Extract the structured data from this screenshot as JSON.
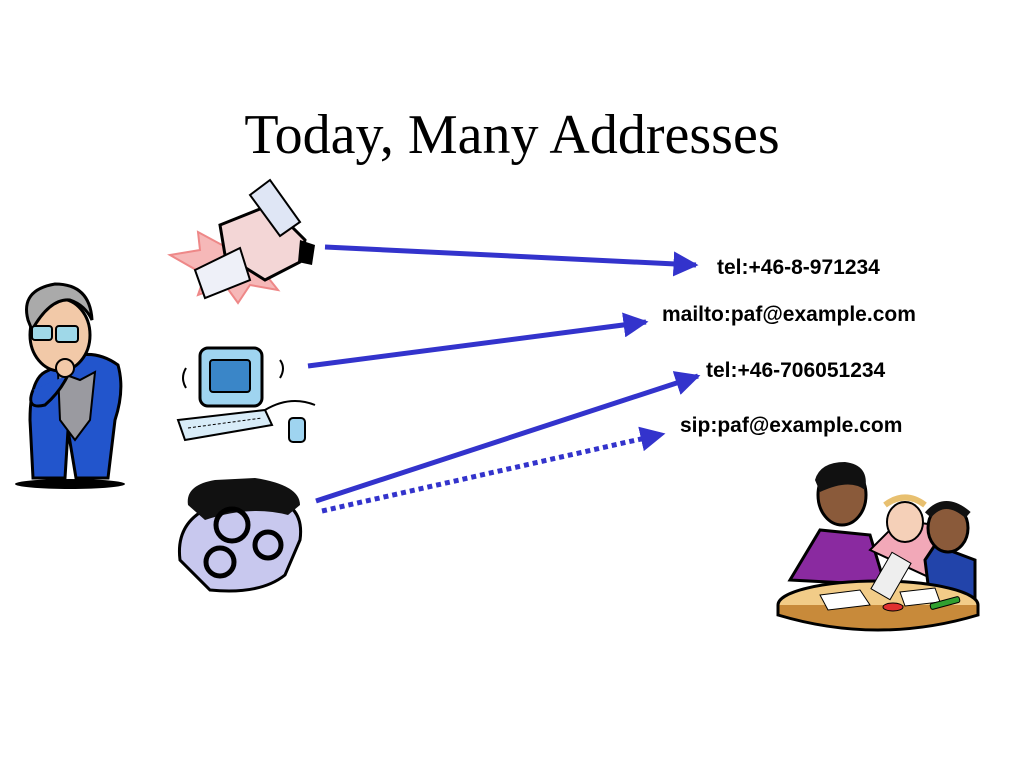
{
  "slide": {
    "title": "Today, Many Addresses",
    "addresses": [
      {
        "label": "tel:+46-8-971234"
      },
      {
        "label": "mailto:paf@example.com"
      },
      {
        "label": "tel:+46-706051234"
      },
      {
        "label": "sip:paf@example.com"
      }
    ]
  },
  "colors": {
    "arrow": "#3333cc",
    "text": "#000000"
  },
  "icons": [
    "person-thinking-icon",
    "fax-machine-icon",
    "computer-icon",
    "telephone-icon",
    "group-table-icon"
  ]
}
